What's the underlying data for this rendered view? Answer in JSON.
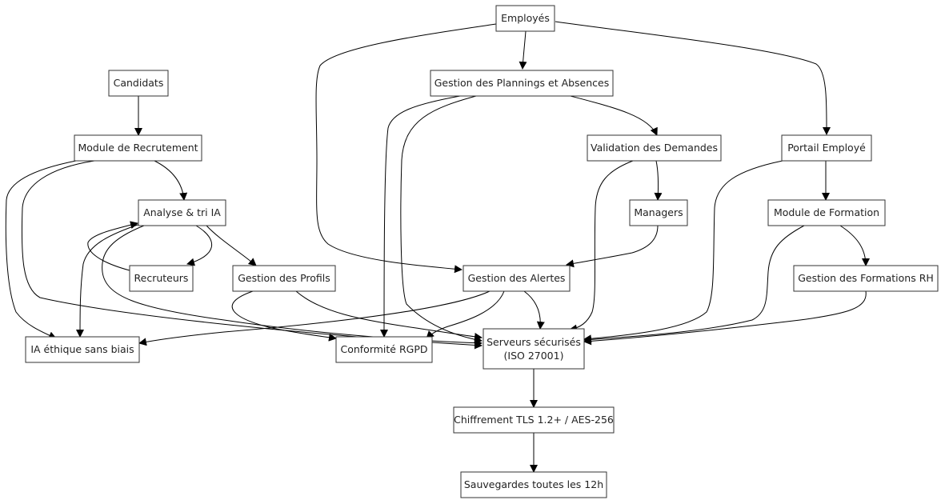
{
  "nodes": {
    "employes": "Employés",
    "candidats": "Candidats",
    "plannings": "Gestion des Plannings et Absences",
    "module_recrutement": "Module de Recrutement",
    "validation": "Validation des Demandes",
    "portail": "Portail Employé",
    "analyse_ia": "Analyse & tri IA",
    "managers": "Managers",
    "module_formation": "Module de Formation",
    "recruteurs": "Recruteurs",
    "profils": "Gestion des Profils",
    "alertes": "Gestion des Alertes",
    "formations_rh": "Gestion des Formations RH",
    "ia_ethique": "IA éthique sans biais",
    "rgpd": "Conformité RGPD",
    "serveurs_l1": "Serveurs sécurisés",
    "serveurs_l2": "(ISO 27001)",
    "chiffrement": "Chiffrement TLS 1.2+ / AES-256",
    "sauvegardes": "Sauvegardes toutes les 12h"
  },
  "edges": [
    {
      "from": "Employés",
      "to": "Gestion des Plannings et Absences"
    },
    {
      "from": "Employés",
      "to": "Gestion des Alertes"
    },
    {
      "from": "Employés",
      "to": "Portail Employé"
    },
    {
      "from": "Candidats",
      "to": "Module de Recrutement"
    },
    {
      "from": "Module de Recrutement",
      "to": "Analyse & tri IA"
    },
    {
      "from": "Module de Recrutement",
      "to": "IA éthique sans biais"
    },
    {
      "from": "Module de Recrutement",
      "to": "Serveurs sécurisés (ISO 27001)"
    },
    {
      "from": "Gestion des Plannings et Absences",
      "to": "Validation des Demandes"
    },
    {
      "from": "Gestion des Plannings et Absences",
      "to": "Conformité RGPD"
    },
    {
      "from": "Gestion des Plannings et Absences",
      "to": "Serveurs sécurisés (ISO 27001)"
    },
    {
      "from": "Validation des Demandes",
      "to": "Managers"
    },
    {
      "from": "Validation des Demandes",
      "to": "Serveurs sécurisés (ISO 27001)"
    },
    {
      "from": "Managers",
      "to": "Gestion des Alertes"
    },
    {
      "from": "Portail Employé",
      "to": "Module de Formation"
    },
    {
      "from": "Portail Employé",
      "to": "Serveurs sécurisés (ISO 27001)"
    },
    {
      "from": "Analyse & tri IA",
      "to": "Recruteurs"
    },
    {
      "from": "Analyse & tri IA",
      "to": "Gestion des Profils"
    },
    {
      "from": "Analyse & tri IA",
      "to": "IA éthique sans biais"
    },
    {
      "from": "Analyse & tri IA",
      "to": "Serveurs sécurisés (ISO 27001)"
    },
    {
      "from": "Recruteurs",
      "to": "Analyse & tri IA"
    },
    {
      "from": "Gestion des Profils",
      "to": "Conformité RGPD"
    },
    {
      "from": "Gestion des Profils",
      "to": "Serveurs sécurisés (ISO 27001)"
    },
    {
      "from": "Gestion des Alertes",
      "to": "IA éthique sans biais"
    },
    {
      "from": "Gestion des Alertes",
      "to": "Conformité RGPD"
    },
    {
      "from": "Gestion des Alertes",
      "to": "Serveurs sécurisés (ISO 27001)"
    },
    {
      "from": "Module de Formation",
      "to": "Gestion des Formations RH"
    },
    {
      "from": "Module de Formation",
      "to": "Serveurs sécurisés (ISO 27001)"
    },
    {
      "from": "Gestion des Formations RH",
      "to": "Serveurs sécurisés (ISO 27001)"
    },
    {
      "from": "Serveurs sécurisés (ISO 27001)",
      "to": "Chiffrement TLS 1.2+ / AES-256"
    },
    {
      "from": "Chiffrement TLS 1.2+ / AES-256",
      "to": "Sauvegardes toutes les 12h"
    }
  ]
}
